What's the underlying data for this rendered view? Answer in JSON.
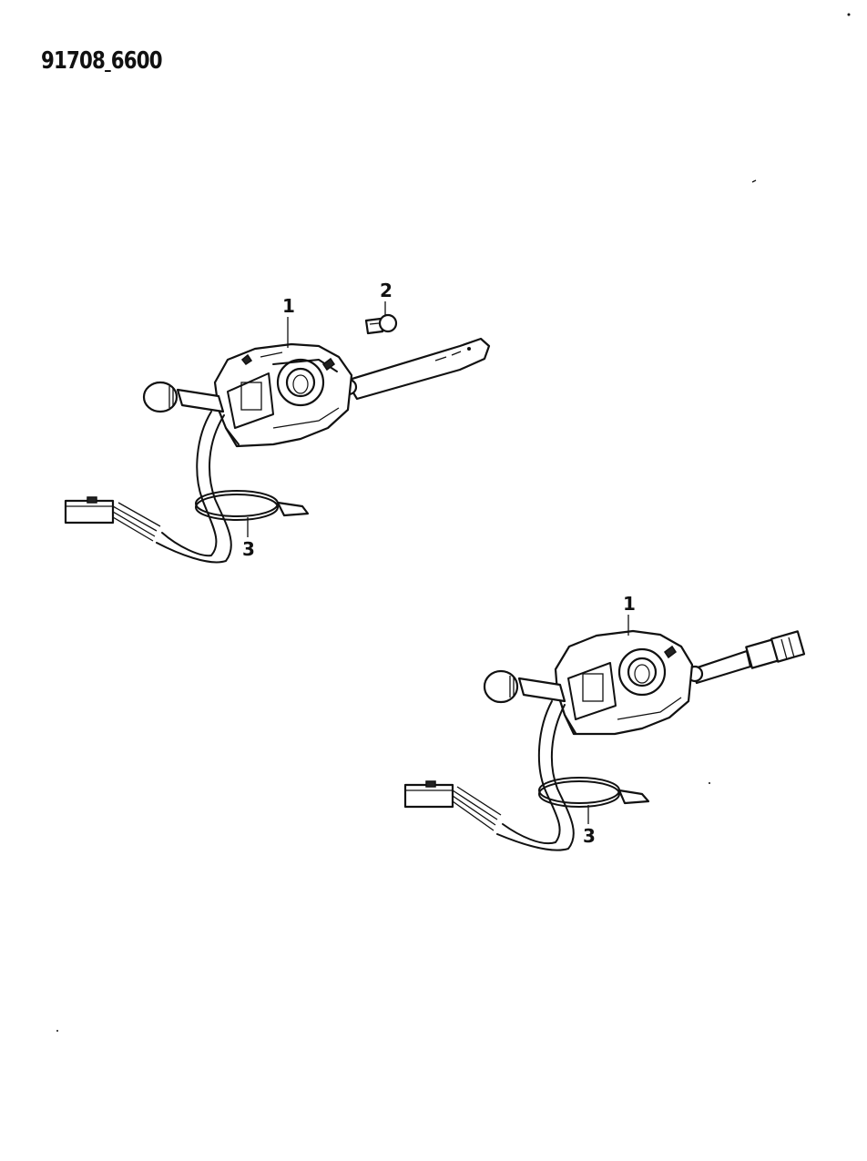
{
  "header": {
    "part_code_a": "91708",
    "part_code_b": "6600"
  },
  "callouts": {
    "top_switch": "1",
    "screw": "2",
    "top_clamp": "3",
    "bottom_switch": "1",
    "bottom_clamp": "3"
  }
}
